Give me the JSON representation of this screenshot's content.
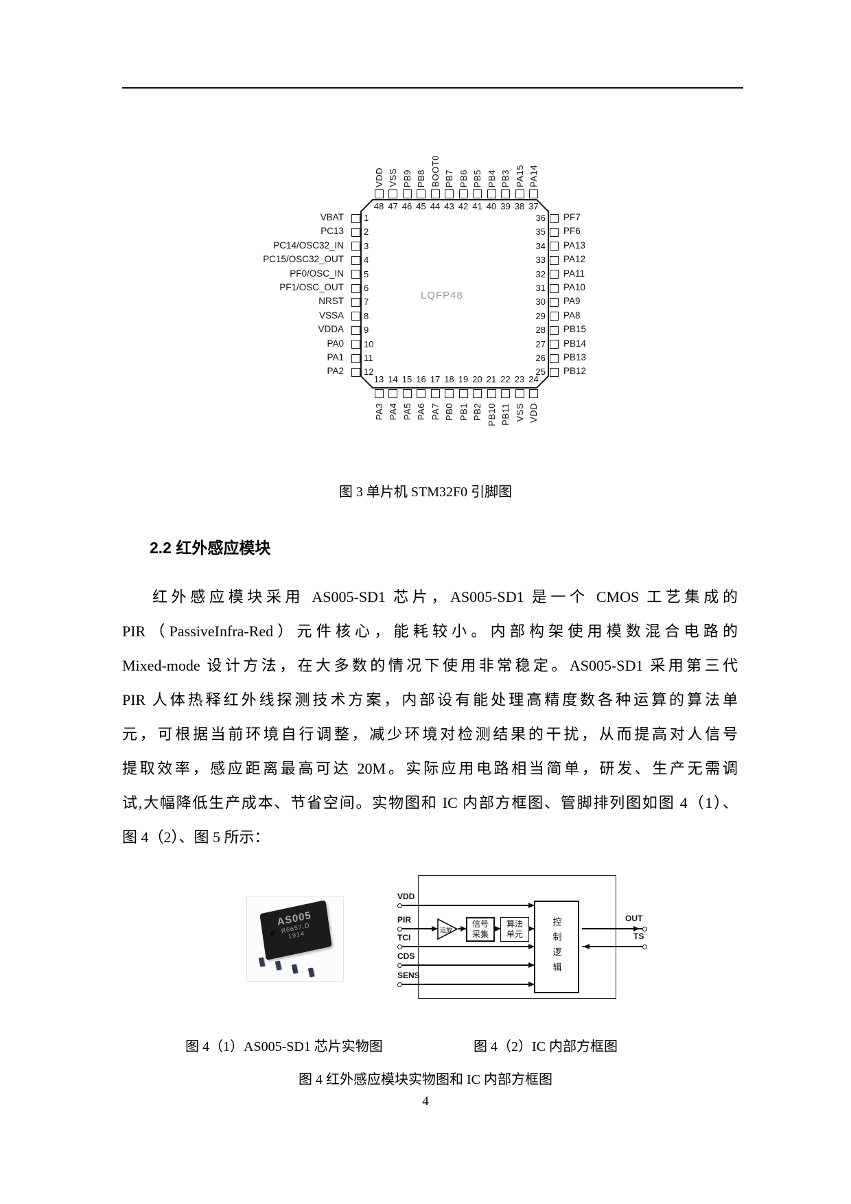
{
  "figure3": {
    "package_label": "LQFP48",
    "caption": "图 3 单片机 STM32F0 引脚图",
    "top_pins": [
      {
        "num": "48",
        "label": "VDD"
      },
      {
        "num": "47",
        "label": "VSS"
      },
      {
        "num": "46",
        "label": "PB9"
      },
      {
        "num": "45",
        "label": "PB8"
      },
      {
        "num": "44",
        "label": "BOOT0"
      },
      {
        "num": "43",
        "label": "PB7"
      },
      {
        "num": "42",
        "label": "PB6"
      },
      {
        "num": "41",
        "label": "PB5"
      },
      {
        "num": "40",
        "label": "PB4"
      },
      {
        "num": "39",
        "label": "PB3"
      },
      {
        "num": "38",
        "label": "PA15"
      },
      {
        "num": "37",
        "label": "PA14"
      }
    ],
    "left_pins": [
      {
        "num": "1",
        "label": "VBAT"
      },
      {
        "num": "2",
        "label": "PC13"
      },
      {
        "num": "3",
        "label": "PC14/OSC32_IN"
      },
      {
        "num": "4",
        "label": "PC15/OSC32_OUT"
      },
      {
        "num": "5",
        "label": "PF0/OSC_IN"
      },
      {
        "num": "6",
        "label": "PF1/OSC_OUT"
      },
      {
        "num": "7",
        "label": "NRST"
      },
      {
        "num": "8",
        "label": "VSSA"
      },
      {
        "num": "9",
        "label": "VDDA"
      },
      {
        "num": "10",
        "label": "PA0"
      },
      {
        "num": "11",
        "label": "PA1"
      },
      {
        "num": "12",
        "label": "PA2"
      }
    ],
    "right_pins": [
      {
        "num": "36",
        "label": "PF7"
      },
      {
        "num": "35",
        "label": "PF6"
      },
      {
        "num": "34",
        "label": "PA13"
      },
      {
        "num": "33",
        "label": "PA12"
      },
      {
        "num": "32",
        "label": "PA11"
      },
      {
        "num": "31",
        "label": "PA10"
      },
      {
        "num": "30",
        "label": "PA9"
      },
      {
        "num": "29",
        "label": "PA8"
      },
      {
        "num": "28",
        "label": "PB15"
      },
      {
        "num": "27",
        "label": "PB14"
      },
      {
        "num": "26",
        "label": "PB13"
      },
      {
        "num": "25",
        "label": "PB12"
      }
    ],
    "bottom_pins": [
      {
        "num": "13",
        "label": "PA3"
      },
      {
        "num": "14",
        "label": "PA4"
      },
      {
        "num": "15",
        "label": "PA5"
      },
      {
        "num": "16",
        "label": "PA6"
      },
      {
        "num": "17",
        "label": "PA7"
      },
      {
        "num": "18",
        "label": "PB0"
      },
      {
        "num": "19",
        "label": "PB1"
      },
      {
        "num": "20",
        "label": "PB2"
      },
      {
        "num": "21",
        "label": "PB10"
      },
      {
        "num": "22",
        "label": "PB11"
      },
      {
        "num": "23",
        "label": "VSS"
      },
      {
        "num": "24",
        "label": "VDD"
      }
    ]
  },
  "section": {
    "heading": "2.2 红外感应模块",
    "paragraph_lines": [
      "红外感应模块采用 AS005-SD1 芯片，AS005-SD1 是一个 CMOS 工艺集成的",
      "PIR（PassiveInfra-Red）元件核心，能耗较小。内部构架使用模数混合电路的",
      "Mixed-mode 设计方法，在大多数的情况下使用非常稳定。AS005-SD1 采用第三代",
      "PIR 人体热释红外线探测技术方案，内部设有能处理高精度数各种运算的算法单",
      "元，可根据当前环境自行调整，减少环境对检测结果的干扰，从而提高对人信号",
      "提取效率，感应距离最高可达 20M。实际应用电路相当简单，研发、生产无需调",
      "试,大幅降低生产成本、节省空间。实物图和 IC 内部方框图、管脚排列图如图 4（1）、",
      "图 4（2）、图 5 所示："
    ]
  },
  "figure4": {
    "chip_photo": {
      "line1": "AS005",
      "line2": "R6657.D",
      "line3": "1914"
    },
    "block_diagram": {
      "inputs": [
        "VDD",
        "PIR",
        "TCI",
        "CDS",
        "SENS"
      ],
      "opamp": "运放",
      "signal_box": "信号采集",
      "algo_box": "算法单元",
      "control_box": "控制逻辑",
      "out_label": "OUT",
      "ts_label": "TS"
    },
    "caption_left": "图 4（1）AS005-SD1 芯片实物图",
    "caption_right": "图 4（2）IC 内部方框图",
    "caption_main": "图 4 红外感应模块实物图和 IC 内部方框图"
  },
  "page_number": "4"
}
